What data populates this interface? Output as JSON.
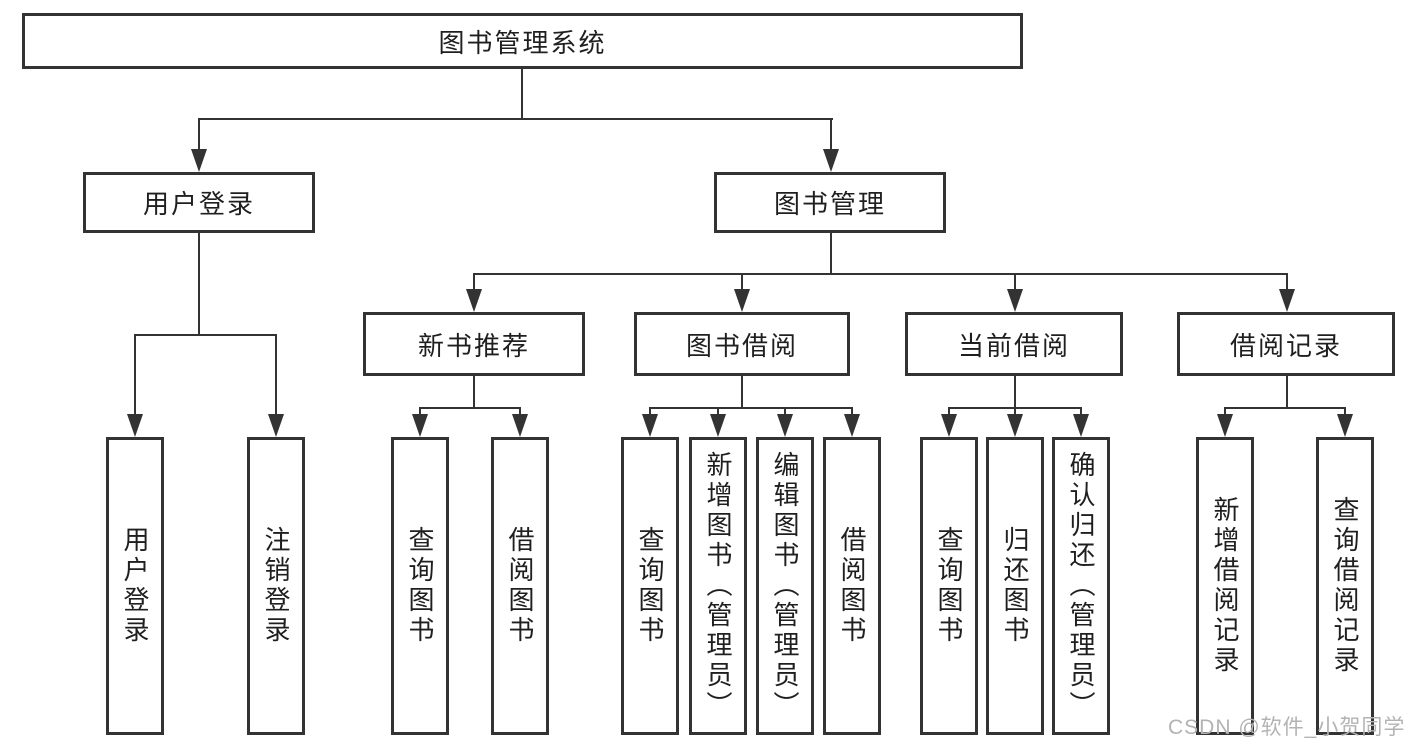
{
  "diagram_type": "hierarchy-tree",
  "tree": {
    "label": "图书管理系统",
    "children": [
      {
        "label": "用户登录",
        "children": [
          {
            "label": "用户登录"
          },
          {
            "label": "注销登录"
          }
        ]
      },
      {
        "label": "图书管理",
        "children": [
          {
            "label": "新书推荐",
            "children": [
              {
                "label": "查询图书"
              },
              {
                "label": "借阅图书"
              }
            ]
          },
          {
            "label": "图书借阅",
            "children": [
              {
                "label": "查询图书"
              },
              {
                "label": "新增图书（管理员）"
              },
              {
                "label": "编辑图书（管理员）"
              },
              {
                "label": "借阅图书"
              }
            ]
          },
          {
            "label": "当前借阅",
            "children": [
              {
                "label": "查询图书"
              },
              {
                "label": "归还图书"
              },
              {
                "label": "确认归还（管理员）"
              }
            ]
          },
          {
            "label": "借阅记录",
            "children": [
              {
                "label": "新增借阅记录"
              },
              {
                "label": "查询借阅记录"
              }
            ]
          }
        ]
      }
    ]
  },
  "watermark": "CSDN @软件_小贺同学",
  "colors": {
    "line": "#333333",
    "border": "#333333",
    "text": "#1f1f1f",
    "watermark": "#b3b3b3",
    "background": "#ffffff"
  }
}
